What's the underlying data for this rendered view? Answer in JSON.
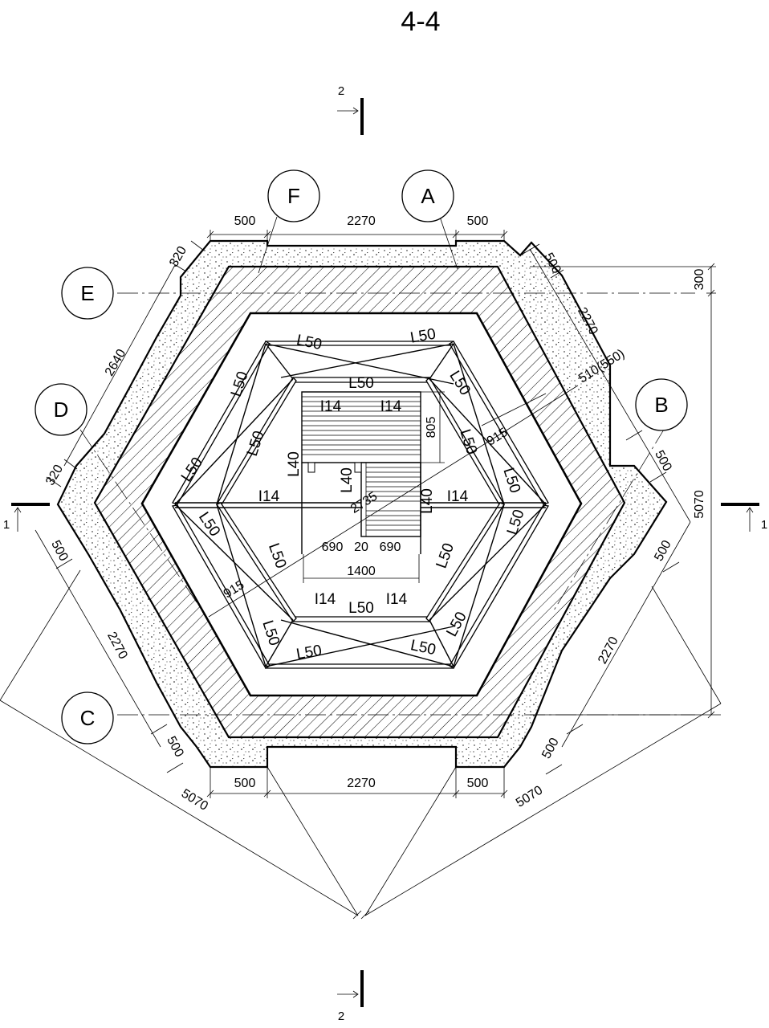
{
  "title": "4-4",
  "section_marks": [
    {
      "id": "top",
      "number": "2"
    },
    {
      "id": "bottom",
      "number": "2"
    },
    {
      "id": "left",
      "number": "1"
    },
    {
      "id": "right",
      "number": "1"
    }
  ],
  "axes": [
    "F",
    "A",
    "B",
    "C",
    "D",
    "E"
  ],
  "dimensions": {
    "top_left_500": "500",
    "top_2270": "2270",
    "top_right_500": "500",
    "tr_500": "500",
    "right_300": "300",
    "tr_2270": "2270",
    "tr_510": "510(550)",
    "r_500_upper": "500",
    "r_500_lower": "500",
    "right_5070": "5070",
    "br_2270": "2270",
    "br_500": "500",
    "br_5070": "5070",
    "bottom_left_500": "500",
    "bottom_2270": "2270",
    "bottom_right_500": "500",
    "bl_500": "500",
    "bl_5070": "5070",
    "l_2270": "2270",
    "l_500": "500",
    "l_320": "320",
    "tl_320": "320",
    "tl_2640": "2640",
    "inner_915_top": "915",
    "inner_915_bottom": "915",
    "inner_805": "805",
    "inner_2735": "2735",
    "inner_690_left": "690",
    "inner_20": "20",
    "inner_690_right": "690",
    "inner_1400": "1400"
  },
  "profiles": {
    "L50": "L50",
    "I14": "I14",
    "L40": "L40"
  }
}
